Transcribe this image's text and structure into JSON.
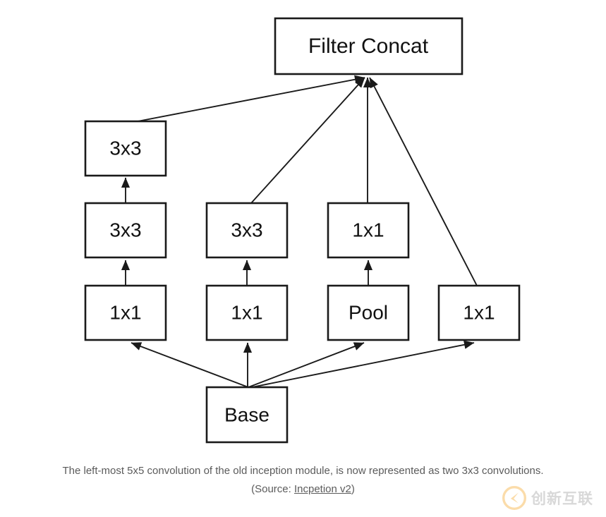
{
  "figure": {
    "title": "Inception v2 module diagram",
    "background_color": "#ffffff",
    "node_stroke_color": "#1a1a1a",
    "node_fill_color": "#ffffff",
    "edge_color": "#1a1a1a",
    "label_color": "#111111"
  },
  "nodes": {
    "filter_concat": "Filter Concat",
    "branch1_top_3x3": "3x3",
    "branch1_mid_3x3": "3x3",
    "branch1_bottom_1x1": "1x1",
    "branch2_mid_3x3": "3x3",
    "branch2_bottom_1x1": "1x1",
    "branch3_mid_1x1": "1x1",
    "branch3_bottom_pool": "Pool",
    "branch4_1x1": "1x1",
    "base": "Base"
  },
  "caption": {
    "line1": "The left-most 5x5 convolution of the old inception module, is now represented as two 3x3 convolutions.",
    "line2_prefix": "(Source: ",
    "line2_link": "Incpetion v2",
    "line2_suffix": ")",
    "text_color": "#5b5b5b"
  },
  "watermark": {
    "text": "创新互联",
    "logo_color": "#f5a623",
    "text_color": "#9a9a9a"
  }
}
